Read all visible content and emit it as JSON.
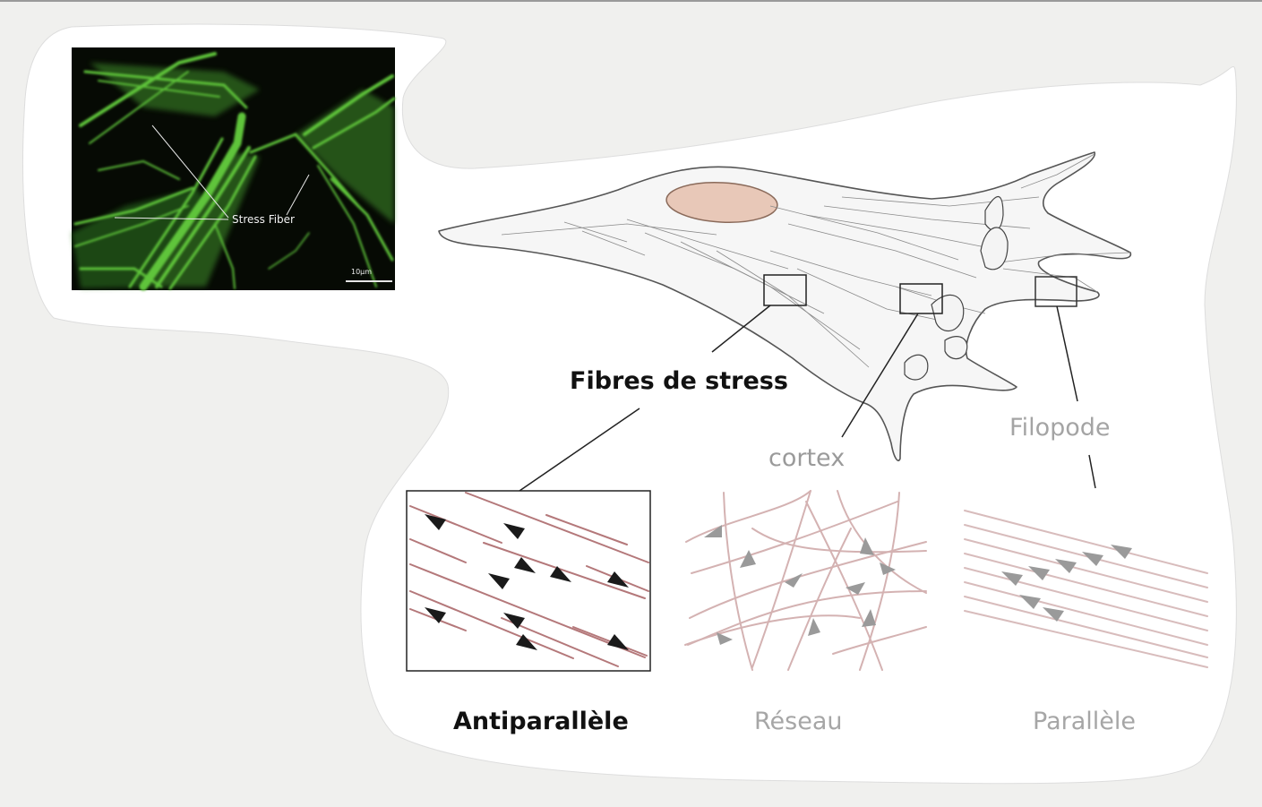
{
  "micrograph": {
    "annotation": "Stress Fiber",
    "scale": "10µm"
  },
  "labels": {
    "stress_fibers": "Fibres de stress",
    "cortex": "cortex",
    "filopode": "Filopode"
  },
  "panels": {
    "antiparallel": "Antiparallèle",
    "network": "Réseau",
    "parallel": "Parallèle"
  },
  "colors": {
    "background": "#f0f0ee",
    "blob": "#ffffff",
    "micrograph_bg": "#060a04",
    "actin_green": "#5ec43a",
    "nucleus": "#e8c8b8",
    "filament_red": "#b4787a",
    "filament_pale": "#d4b2b2",
    "arrow_dark": "#1a1a1a",
    "arrow_gray": "#9a9a9a"
  }
}
